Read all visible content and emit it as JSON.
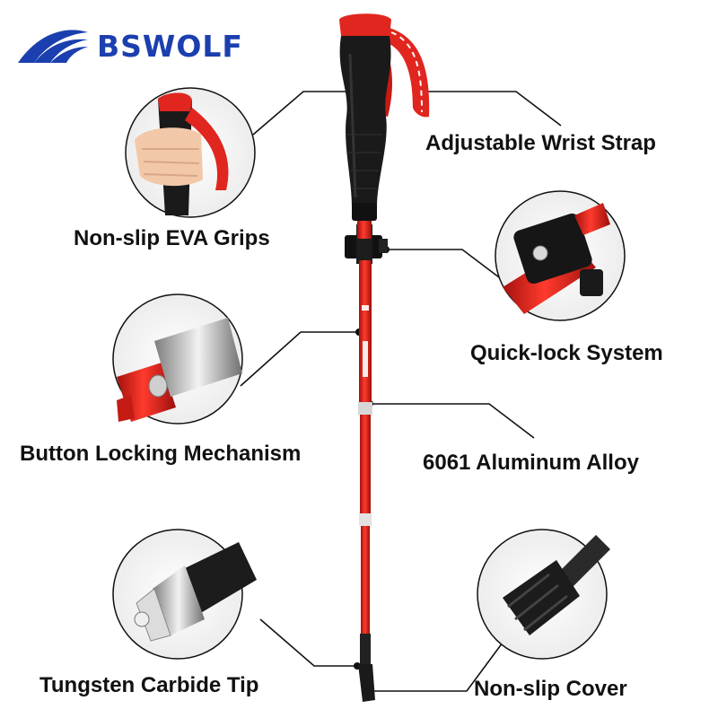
{
  "brand": {
    "name": "BSWOLF",
    "color": "#1b3fae"
  },
  "features": {
    "wrist_strap": "Adjustable Wrist Strap",
    "eva_grips": "Non-slip EVA Grips",
    "quick_lock": "Quick-lock System",
    "button_lock": "Button Locking Mechanism",
    "alloy": "6061 Aluminum Alloy",
    "carbide_tip": "Tungsten Carbide Tip",
    "cover": "Non-slip Cover"
  },
  "colors": {
    "pole_red": "#e0261e",
    "grip_black": "#1a1a1a",
    "metal": "#c8c8c8"
  },
  "icons": [
    "wolf-logo-icon",
    "trekking-pole-illustration",
    "hand-grip-detail-icon",
    "quick-lock-detail-icon",
    "button-lock-detail-icon",
    "carbide-tip-detail-icon",
    "rubber-cover-detail-icon"
  ]
}
